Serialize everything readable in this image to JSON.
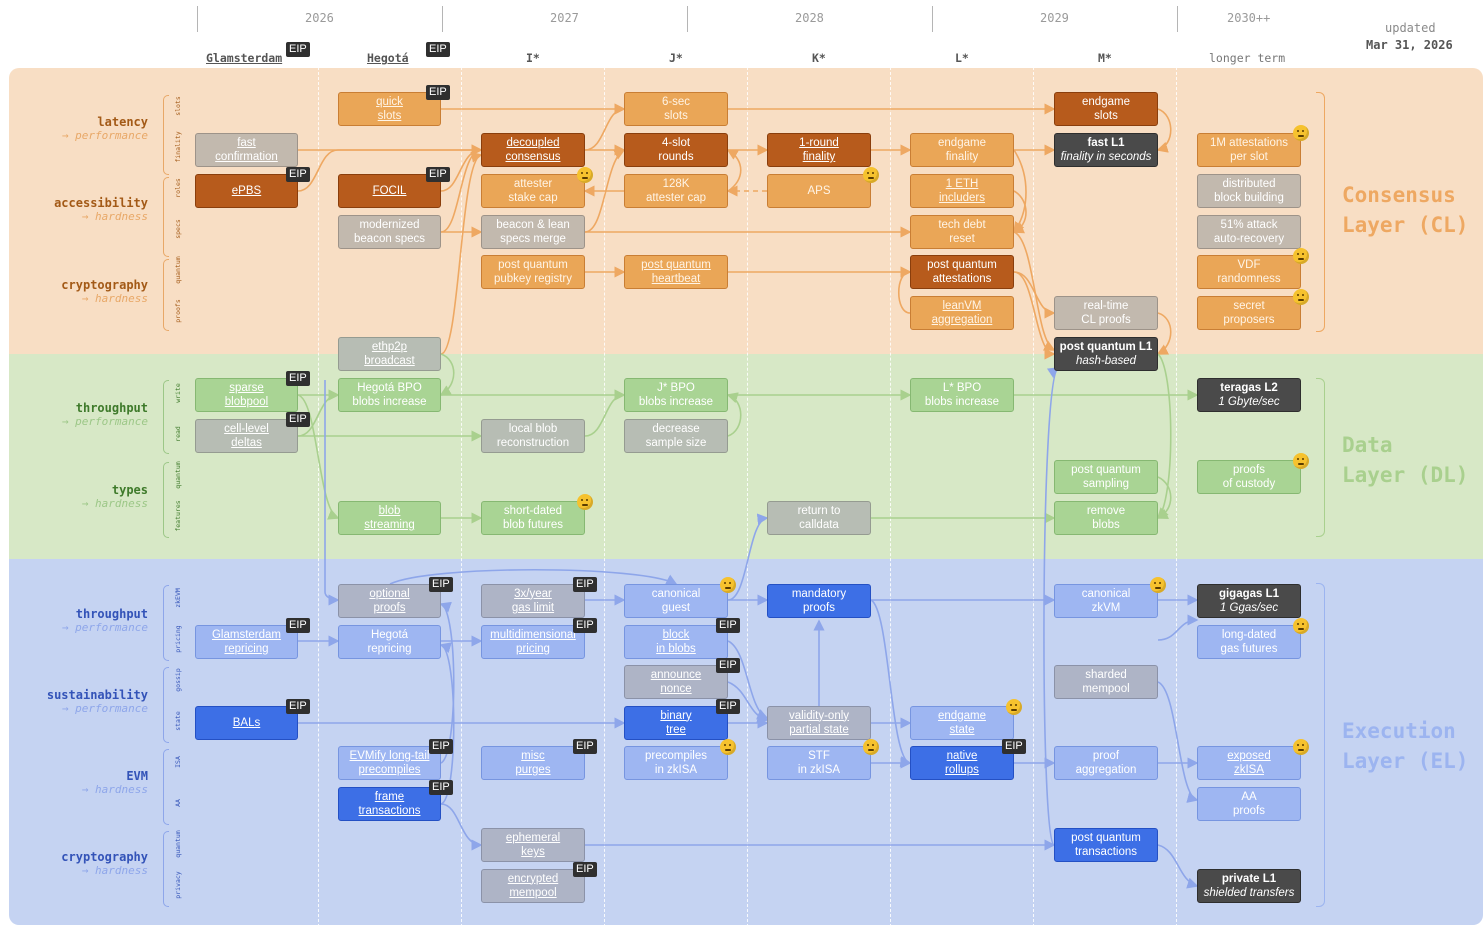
{
  "header": {
    "years": [
      "2026",
      "2027",
      "2028",
      "2029",
      "2030++"
    ],
    "forks": [
      "Glamsterdam",
      "Hegotá",
      "I*",
      "J*",
      "K*",
      "L*",
      "M*",
      "longer term"
    ],
    "updated_label": "updated",
    "updated_date": "Mar 31, 2026",
    "eip_tag": "EIP"
  },
  "layers": {
    "cl": {
      "line1": "Consensus",
      "line2": "Layer (CL)",
      "color": "#eea862"
    },
    "dl": {
      "line1": "Data",
      "line2": "Layer (DL)",
      "color": "#a9d08e"
    },
    "el": {
      "line1": "Execution",
      "line2": "Layer (EL)",
      "color": "#9cb4f0"
    }
  },
  "groups": [
    {
      "title": "latency",
      "subtitle": "→ performance",
      "subs": [
        "slots",
        "finality"
      ]
    },
    {
      "title": "accessibility",
      "subtitle": "→ hardness",
      "subs": [
        "roles",
        "specs"
      ]
    },
    {
      "title": "cryptography",
      "subtitle": "→ hardness",
      "subs": [
        "quantum",
        "proofs"
      ]
    },
    {
      "title": "throughput",
      "subtitle": "→ performance",
      "subs": [
        "write",
        "read"
      ]
    },
    {
      "title": "types",
      "subtitle": "→ hardness",
      "subs": [
        "quantum",
        "features"
      ]
    },
    {
      "title": "throughput",
      "subtitle": "→ performance",
      "subs": [
        "zkEVM",
        "pricing"
      ]
    },
    {
      "title": "sustainability",
      "subtitle": "→ performance",
      "subs": [
        "gossip",
        "state"
      ]
    },
    {
      "title": "EVM",
      "subtitle": "→ hardness",
      "subs": [
        "ISA",
        "AA"
      ]
    },
    {
      "title": "cryptography",
      "subtitle": "→ hardness",
      "subs": [
        "quantum",
        "privacy"
      ]
    }
  ],
  "boxes": {
    "quick_slots": [
      "quick",
      "slots"
    ],
    "fast_conf": [
      "fast",
      "confirmation"
    ],
    "epbs": [
      "ePBS"
    ],
    "focil": [
      "FOCIL"
    ],
    "modernized": [
      "modernized",
      "beacon specs"
    ],
    "decoupled": [
      "decoupled",
      "consensus"
    ],
    "attester_cap": [
      "attester",
      "stake cap"
    ],
    "beacon_lean": [
      "beacon & lean",
      "specs merge"
    ],
    "pq_pubkey": [
      "post quantum",
      "pubkey registry"
    ],
    "six_sec": [
      "6-sec",
      "slots"
    ],
    "four_slot": [
      "4-slot",
      "rounds"
    ],
    "k128": [
      "128K",
      "attester cap"
    ],
    "pq_heartbeat": [
      "post quantum",
      "heartbeat"
    ],
    "one_round": [
      "1-round",
      "finality"
    ],
    "aps": [
      "APS"
    ],
    "endgame_finality": [
      "endgame",
      "finality"
    ],
    "one_eth": [
      "1 ETH",
      "includers"
    ],
    "tech_debt": [
      "tech debt",
      "reset"
    ],
    "pq_attest": [
      "post quantum",
      "attestations"
    ],
    "leanvm": [
      "leanVM",
      "aggregation"
    ],
    "endgame_slots": [
      "endgame",
      "slots"
    ],
    "fast_l1": [
      "fast L1",
      "finality in seconds"
    ],
    "rt_proofs": [
      "real-time",
      "CL proofs"
    ],
    "pq_l1": [
      "post quantum L1",
      "hash-based"
    ],
    "att_per_slot": [
      "1M attestations",
      "per slot"
    ],
    "distributed": [
      "distributed",
      "block building"
    ],
    "attack_51": [
      "51% attack",
      "auto-recovery"
    ],
    "vdf": [
      "VDF",
      "randomness"
    ],
    "secret_prop": [
      "secret",
      "proposers"
    ],
    "ethp2p": [
      "ethp2p",
      "broadcast"
    ],
    "sparse_blob": [
      "sparse",
      "blobpool"
    ],
    "hegota_bpo": [
      "Hegotá BPO",
      "blobs increase"
    ],
    "cell_deltas": [
      "cell-level",
      "deltas"
    ],
    "local_blob": [
      "local blob",
      "reconstruction"
    ],
    "j_bpo": [
      "J* BPO",
      "blobs increase"
    ],
    "decrease_sample": [
      "decrease",
      "sample size"
    ],
    "l_bpo": [
      "L* BPO",
      "blobs increase"
    ],
    "teragas": [
      "teragas L2",
      "1 Gbyte/sec"
    ],
    "pq_sampling": [
      "post quantum",
      "sampling"
    ],
    "custody": [
      "proofs",
      "of custody"
    ],
    "blob_stream": [
      "blob",
      "streaming"
    ],
    "short_blob": [
      "short-dated",
      "blob futures"
    ],
    "return_calldata": [
      "return to",
      "calldata"
    ],
    "remove_blobs": [
      "remove",
      "blobs"
    ],
    "optional_proofs": [
      "optional",
      "proofs"
    ],
    "gas_limit": [
      "3x/year",
      "gas limit"
    ],
    "canonical_guest": [
      "canonical",
      "guest"
    ],
    "mandatory_proofs": [
      "mandatory",
      "proofs"
    ],
    "canonical_zkvm": [
      "canonical",
      "zkVM"
    ],
    "gigagas": [
      "gigagas L1",
      "1 Ggas/sec"
    ],
    "glam_repricing": [
      "Glamsterdam",
      "repricing"
    ],
    "heg_repricing": [
      "Hegotá",
      "repricing"
    ],
    "multidim": [
      "multidimensional",
      "pricing"
    ],
    "block_blobs": [
      "block",
      "in blobs"
    ],
    "gas_futures": [
      "long-dated",
      "gas futures"
    ],
    "announce_nonce": [
      "announce",
      "nonce"
    ],
    "sharded_mempool": [
      "sharded",
      "mempool"
    ],
    "bals": [
      "BALs"
    ],
    "binary_tree": [
      "binary",
      "tree"
    ],
    "validity_state": [
      "validity-only",
      "partial state"
    ],
    "endgame_state": [
      "endgame",
      "state"
    ],
    "evmify": [
      "EVMify long-tail",
      "precompiles"
    ],
    "misc_purges": [
      "misc",
      "purges"
    ],
    "precompiles_zkisa": [
      "precompiles",
      "in zkISA"
    ],
    "stf_zkisa": [
      "STF",
      "in zkISA"
    ],
    "native_rollups": [
      "native",
      "rollups"
    ],
    "proof_agg": [
      "proof",
      "aggregation"
    ],
    "exposed_zkisa": [
      "exposed",
      "zkISA"
    ],
    "frame_tx": [
      "frame",
      "transactions"
    ],
    "aa_proofs": [
      "AA",
      "proofs"
    ],
    "ephemeral": [
      "ephemeral",
      "keys"
    ],
    "pq_tx": [
      "post quantum",
      "transactions"
    ],
    "encrypted_mempool": [
      "encrypted",
      "mempool"
    ],
    "private_l1": [
      "private L1",
      "shielded transfers"
    ]
  }
}
